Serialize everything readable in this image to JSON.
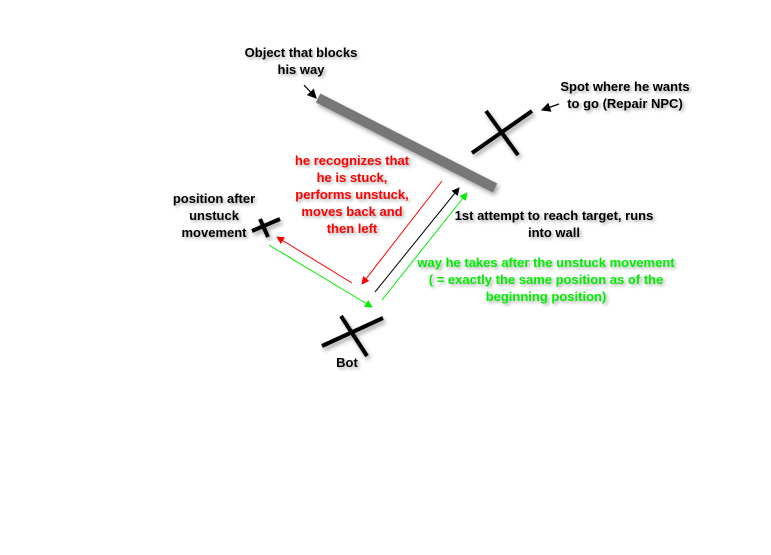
{
  "labels": {
    "obstacle": "Object that blocks\nhis way",
    "target": "Spot where he wants\nto go (Repair NPC)",
    "unstuck_action": "he recognizes that\nhe is stuck,\nperforms unstuck,\nmoves back and\nthen left",
    "after_unstuck": "position after\nunstuck\nmovement",
    "first_attempt": "1st attempt to reach target, runs\ninto wall",
    "return_path": "way he takes after the unstuck movement\n( = exactly the same position as of the\nbeginning position)",
    "bot": "Bot"
  },
  "colors": {
    "text": "#000000",
    "red": "#ff0000",
    "green": "#00ee00",
    "wall": "#777777",
    "black": "#000000"
  }
}
